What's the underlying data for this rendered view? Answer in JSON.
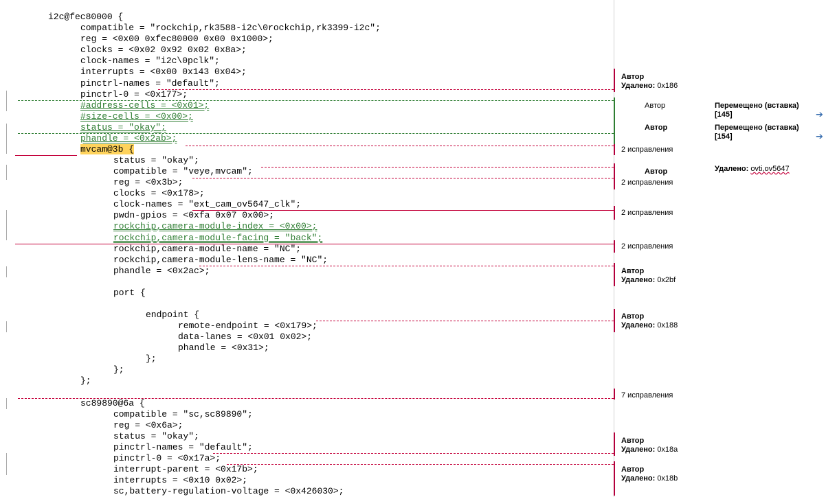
{
  "code": [
    "i2c@fec80000 {",
    "compatible = \"rockchip,rk3588-i2c\\0rockchip,rk3399-i2c\";",
    "reg = <0x00 0xfec80000 0x00 0x1000>;",
    "clocks = <0x02 0x92 0x02 0x8a>;",
    "clock-names = \"i2c\\0pclk\";",
    "interrupts = <0x00 0x143 0x04>;",
    "pinctrl-names = \"default\";",
    "pinctrl-0 = <0x177>;",
    "#address-cells = <0x01>;",
    "#size-cells = <0x00>;",
    "status = \"okay\";",
    "phandle = <0x2ab>;",
    "mvcam@3b {",
    "status = \"okay\";",
    "compatible = \"veye,mvcam\";",
    "reg = <0x3b>;",
    "clocks = <0x178>;",
    "clock-names = \"ext_cam_ov5647_clk\";",
    "pwdn-gpios = <0xfa 0x07 0x00>;",
    "rockchip,camera-module-index = <0x00>;",
    "rockchip,camera-module-facing = \"back\";",
    "rockchip,camera-module-name = \"NC\";",
    "rockchip,camera-module-lens-name = \"NC\";",
    "phandle = <0x2ac>;",
    "port {",
    "endpoint {",
    "remote-endpoint = <0x179>;",
    "data-lanes = <0x01 0x02>;",
    "phandle = <0x31>;",
    "};",
    "};",
    "};",
    "sc89890@6a {",
    "compatible = \"sc,sc89890\";",
    "reg = <0x6a>;",
    "status = \"okay\";",
    "pinctrl-names = \"default\";",
    "pinctrl-0 = <0x17a>;",
    "interrupt-parent = <0x17b>;",
    "interrupts = <0x10 0x02>;",
    "sc,battery-regulation-voltage = <0x426030>;"
  ],
  "margin": {
    "author": "Автор",
    "deleted_label": "Удалено:",
    "moved_insert": "Перемещено (вставка)",
    "notes": [
      {
        "id": "n1",
        "title": "Автор",
        "deleted": "0x186"
      },
      {
        "id": "n2",
        "title": "Автор",
        "moved": "Перемещено (вставка)",
        "ref": "[145]"
      },
      {
        "id": "n3",
        "title": "Автор",
        "moved": "Перемещено (вставка)",
        "ref": "[154]"
      },
      {
        "id": "n4",
        "text": "2 исправления"
      },
      {
        "id": "n5",
        "title": "Автор",
        "deleted": "ovti,ov5647"
      },
      {
        "id": "n6",
        "text": "2 исправления"
      },
      {
        "id": "n7",
        "text": "2 исправления"
      },
      {
        "id": "n8",
        "text": "2 исправления"
      },
      {
        "id": "n9",
        "title": "Автор",
        "deleted": "0x2bf"
      },
      {
        "id": "n10",
        "title": "Автор",
        "deleted": "0x188"
      },
      {
        "id": "n11",
        "text": "7 исправления"
      },
      {
        "id": "n12",
        "title": "Автор",
        "deleted": "0x18a"
      },
      {
        "id": "n13",
        "title": "Автор",
        "deleted": "0x18b"
      }
    ]
  },
  "colors": {
    "revision_red": "#c4003a",
    "moved_green": "#2e7d32",
    "highlight": "#ffd35c",
    "arrow_blue": "#3a6fb0"
  }
}
